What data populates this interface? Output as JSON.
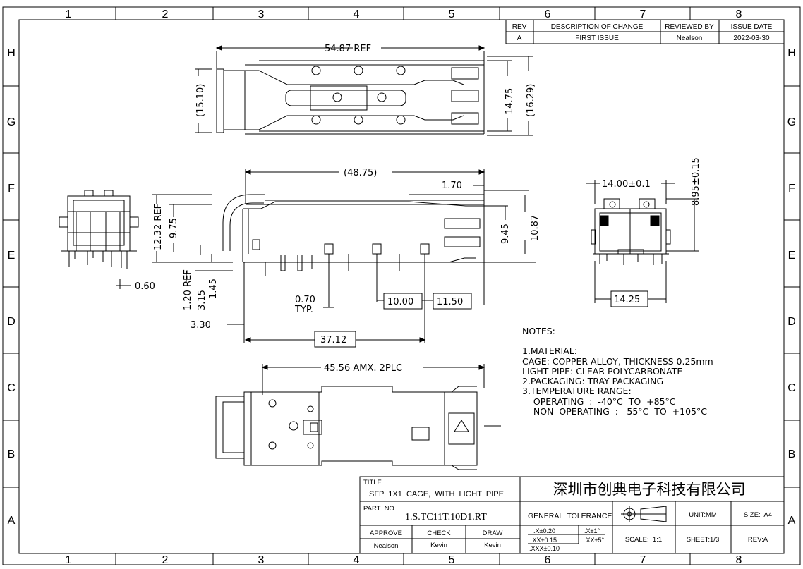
{
  "zones": {
    "columns": [
      "1",
      "2",
      "3",
      "4",
      "5",
      "6",
      "7",
      "8"
    ],
    "rows": [
      "H",
      "G",
      "F",
      "E",
      "D",
      "C",
      "B",
      "A"
    ]
  },
  "revision_table": {
    "headers": [
      "REV",
      "DESCRIPTION OF CHANGE",
      "REVIEWED BY",
      "ISSUE DATE"
    ],
    "row": [
      "A",
      "FIRST ISSUE",
      "Nealson",
      "2022-03-30"
    ]
  },
  "dimensions": {
    "top_length": "54.87  REF",
    "top_h1": "(15.10)",
    "top_h2": "14.75",
    "top_h3": "(16.29)",
    "side_len": "(48.75)",
    "side_170": "1.70",
    "side_1232": "12.32  REF",
    "side_975": "9.75",
    "side_945": "9.45",
    "side_1087": "10.87",
    "side_120": "1.20  REF",
    "side_315": "3.15",
    "side_145": "1.45",
    "side_330": "3.30",
    "side_070": "0.70",
    "side_typ": "TYP.",
    "side_1000": "10.00",
    "side_1150": "11.50",
    "side_3712": "37.12",
    "left_060": "0.60",
    "front_w": "14.00±0.1",
    "front_h": "8.95±0.15",
    "front_pitch": "14.25",
    "bottom_len": "45.56  AMX.  2PLC"
  },
  "notes": [
    "NOTES:",
    "",
    "1.MATERIAL:",
    "CAGE:  COPPER  ALLOY,  THICKNESS  0.25mm",
    "LIGHT  PIPE:  CLEAR  POLYCARBONATE",
    "2.PACKAGING:  TRAY  PACKAGING",
    "3.TEMPERATURE  RANGE:",
    "    OPERATING  :  -40°C  TO  +85°C",
    "    NON  OPERATING  :  -55°C  TO  +105°C"
  ],
  "title_block": {
    "title_label": "TITLE",
    "title": "SFP  1X1  CAGE,  WITH  LIGHT  PIPE",
    "company": "深圳市创典电子科技有限公司",
    "part_label": "PART  NO.",
    "part_no": "1.S.TC11T.10D1.RT",
    "general_tolerance": "GENERAL  TOLERANCE",
    "unit": "UNIT:MM",
    "size": "SIZE:  A4",
    "approve_label": "APPROVE",
    "check_label": "CHECK",
    "draw_label": "DRAW",
    "approve": "Nealson",
    "check": "Kevin",
    "draw": "Kevin",
    "tol_x": ".X±0.20",
    "tol_xx": ".XX±0.15",
    "tol_xxx": ".XXX±0.10",
    "ang_x": ".X±1°",
    "ang_xx": ".XX±5°",
    "scale": "SCALE:  1:1",
    "sheet": "SHEET:1/3",
    "rev": "REV:A"
  }
}
